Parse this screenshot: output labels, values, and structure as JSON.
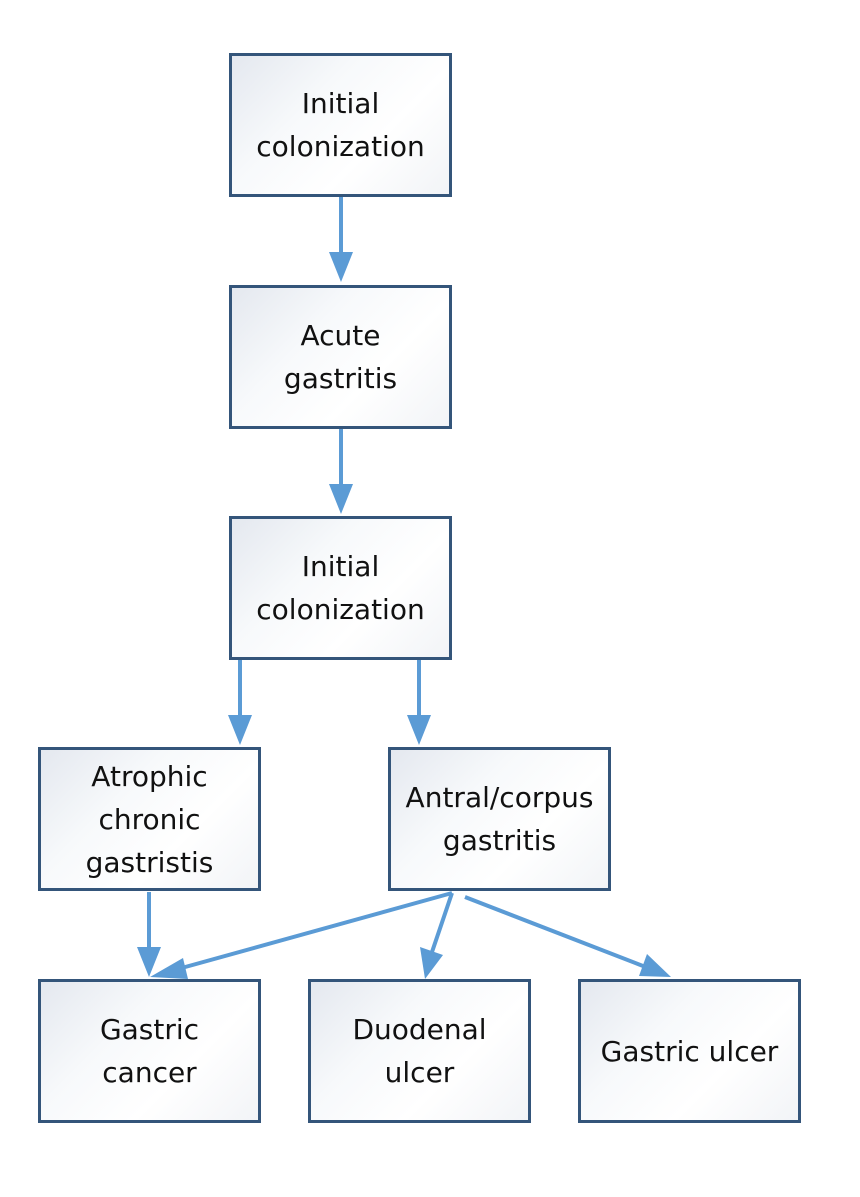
{
  "diagram": {
    "nodes": {
      "initial_colonization_1": "Initial\ncolonization",
      "acute_gastritis": "Acute\ngastritis",
      "initial_colonization_2": "Initial\ncolonization",
      "atrophic_chronic_gastristis": "Atrophic\nchronic\ngastristis",
      "antral_corpus_gastritis": "Antral/corpus\ngastritis",
      "gastric_cancer": "Gastric\ncancer",
      "duodenal_ulcer": "Duodenal\nulcer",
      "gastric_ulcer": "Gastric ulcer"
    },
    "edges": [
      {
        "from": "initial_colonization_1",
        "to": "acute_gastritis"
      },
      {
        "from": "acute_gastritis",
        "to": "initial_colonization_2"
      },
      {
        "from": "initial_colonization_2",
        "to": "atrophic_chronic_gastristis"
      },
      {
        "from": "initial_colonization_2",
        "to": "antral_corpus_gastritis"
      },
      {
        "from": "atrophic_chronic_gastristis",
        "to": "gastric_cancer"
      },
      {
        "from": "antral_corpus_gastritis",
        "to": "gastric_cancer"
      },
      {
        "from": "antral_corpus_gastritis",
        "to": "duodenal_ulcer"
      },
      {
        "from": "antral_corpus_gastritis",
        "to": "gastric_ulcer"
      }
    ],
    "colors": {
      "box_border": "#34557a",
      "arrow": "#5b9bd5",
      "text": "#111111"
    }
  }
}
